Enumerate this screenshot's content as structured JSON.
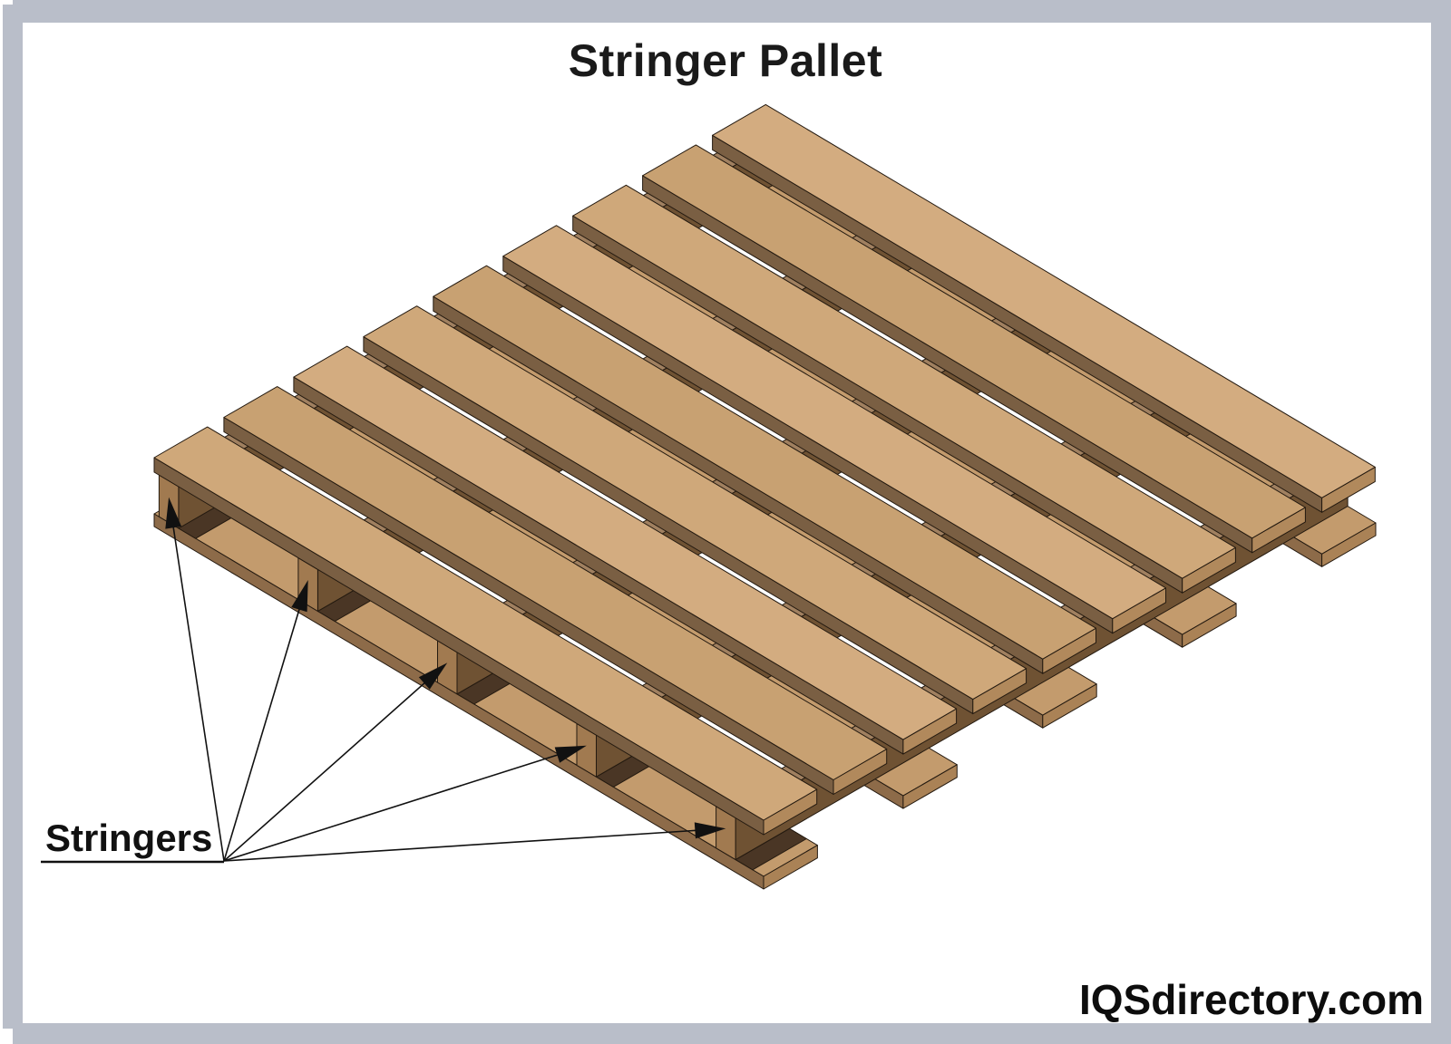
{
  "title": {
    "text": "Stringer Pallet"
  },
  "label": {
    "text": "Stringers"
  },
  "watermark": {
    "text": "IQSdirectory.com"
  },
  "frame": {
    "color": "#b9bec9"
  },
  "pallet": {
    "top_board_count": 9,
    "stringer_count": 5,
    "bottom_board_count": 5,
    "arrow_count": 5,
    "colors": {
      "outline": "#241a10",
      "deck_top_shades": [
        "#cfa87a",
        "#c8a172",
        "#d3ac80"
      ],
      "deck_side": "#7a5f43",
      "deck_end": "#b1895c",
      "stringer_top": "#a08060",
      "stringer_side": "#6f5233",
      "stringer_end": "#a17a50",
      "interior_dark": "#3a2b1c",
      "bottom_top": "#c39b6d",
      "bottom_side": "#8d6b49",
      "bottom_end": "#aa8256",
      "shadow": "#4a3625",
      "arrow": "#111111"
    }
  }
}
